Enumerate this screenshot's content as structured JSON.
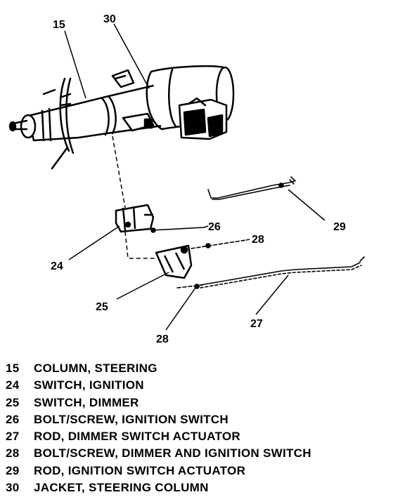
{
  "callouts": [
    {
      "num": "15",
      "part": "steering-column"
    },
    {
      "num": "30",
      "part": "steering-column-jacket"
    },
    {
      "num": "26",
      "part": "bolt-screw-ignition-switch"
    },
    {
      "num": "28",
      "part": "bolt-screw-dimmer-and-ignition-switch-upper"
    },
    {
      "num": "29",
      "part": "ignition-switch-actuator-rod"
    },
    {
      "num": "24",
      "part": "ignition-switch"
    },
    {
      "num": "25",
      "part": "dimmer-switch"
    },
    {
      "num": "28",
      "part": "bolt-screw-dimmer-and-ignition-switch-lower"
    },
    {
      "num": "27",
      "part": "dimmer-switch-actuator-rod"
    }
  ],
  "legend": [
    {
      "num": "15",
      "desc": "COLUMN, STEERING"
    },
    {
      "num": "24",
      "desc": "SWITCH, IGNITION"
    },
    {
      "num": "25",
      "desc": "SWITCH, DIMMER"
    },
    {
      "num": "26",
      "desc": "BOLT/SCREW, IGNITION SWITCH"
    },
    {
      "num": "27",
      "desc": "ROD, DIMMER SWITCH ACTUATOR"
    },
    {
      "num": "28",
      "desc": "BOLT/SCREW, DIMMER AND IGNITION SWITCH"
    },
    {
      "num": "29",
      "desc": "ROD, IGNITION SWITCH ACTUATOR"
    },
    {
      "num": "30",
      "desc": "JACKET, STEERING COLUMN"
    }
  ]
}
